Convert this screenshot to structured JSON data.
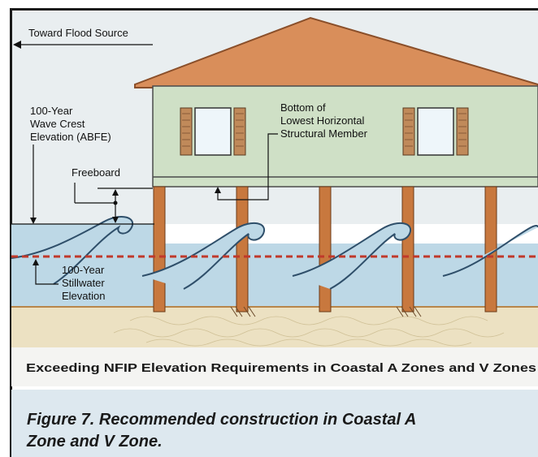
{
  "labels": {
    "flood_source": "Toward Flood Source",
    "wave_crest": [
      "100-Year",
      "Wave Crest",
      "Elevation (ABFE)"
    ],
    "freeboard": "Freeboard",
    "bottom_member": [
      "Bottom of",
      "Lowest Horizontal",
      "Structural Member"
    ],
    "stillwater": [
      "100-Year",
      "Stillwater",
      "Elevation"
    ]
  },
  "banner": "Exceeding NFIP Elevation Requirements in Coastal A Zones and V Zones",
  "caption": [
    "Figure 7.  Recommended construction in Coastal A",
    "Zone and V Zone."
  ],
  "colors": {
    "sky": "#e8edef",
    "roof": "#d98e5a",
    "wall": "#cfe0c6",
    "pile": "#c8783e",
    "water": "#bdd8e6",
    "sand": "#ece1c2",
    "stillwater_line": "#c0392b",
    "caption_bg": "#dde8ef"
  }
}
